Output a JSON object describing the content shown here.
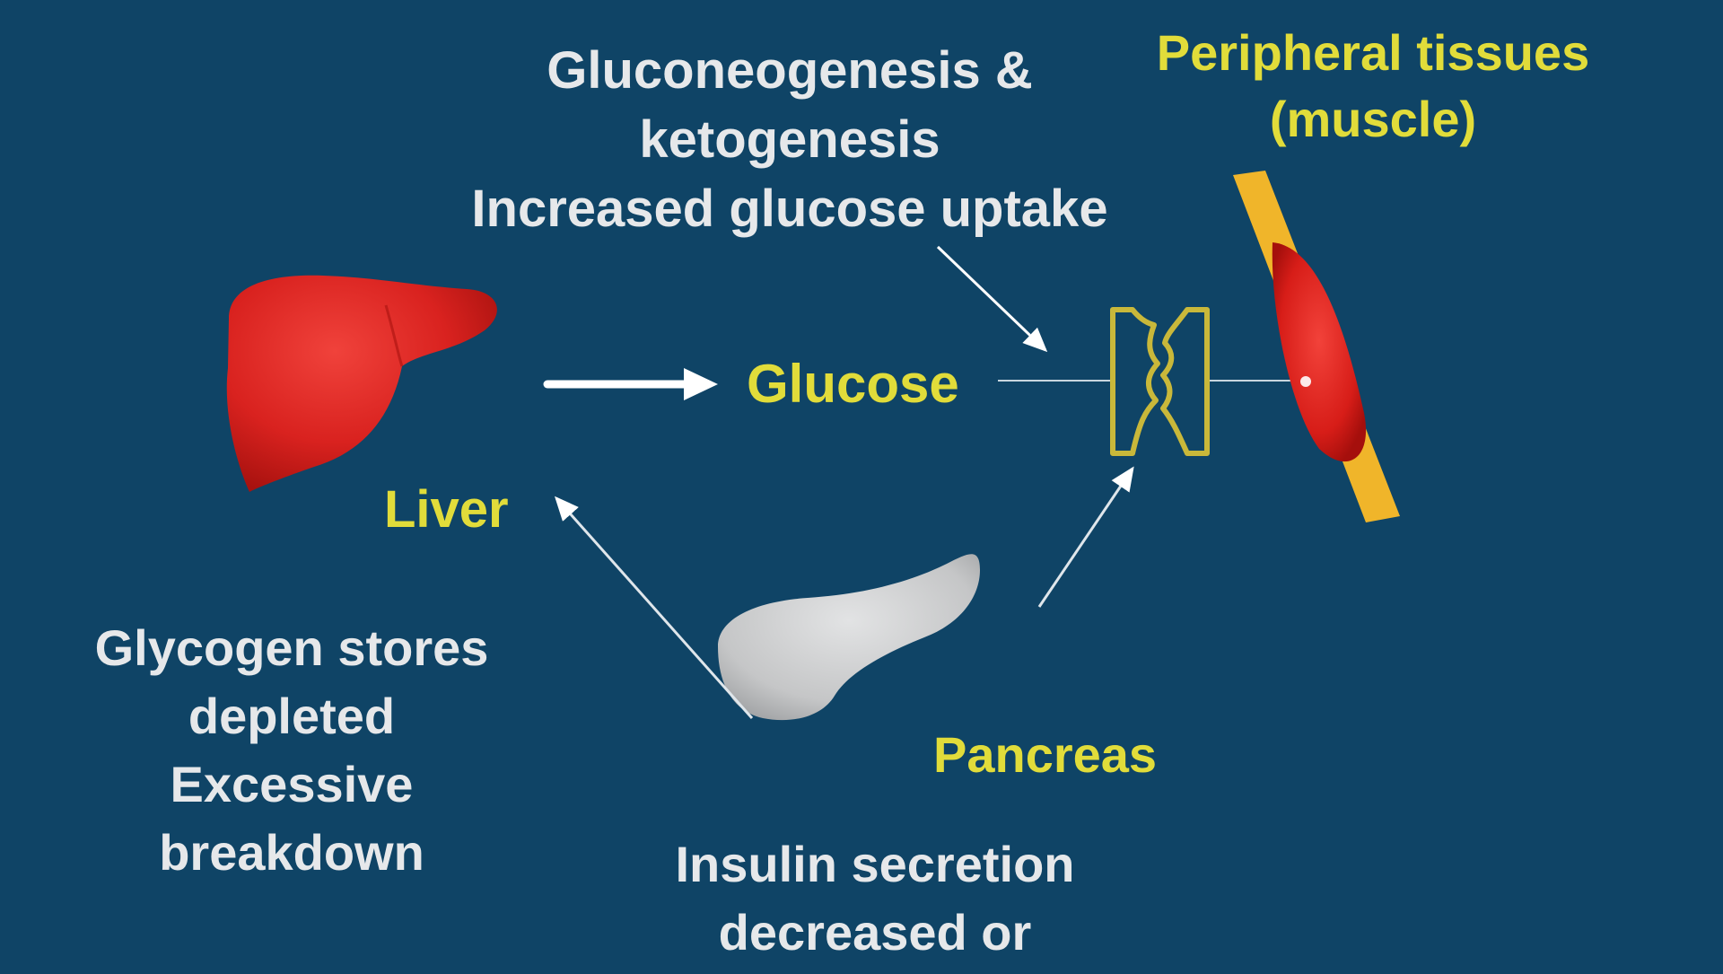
{
  "diagram": {
    "top_note": {
      "lines": [
        "Gluconeogenesis &",
        "ketogenesis",
        "Increased glucose uptake"
      ]
    },
    "peripheral": {
      "lines": [
        "Peripheral tissues",
        "(muscle)"
      ]
    },
    "glucose_label": "Glucose",
    "liver_label": "Liver",
    "liver_note": {
      "lines": [
        "Glycogen stores",
        "depleted",
        "Excessive",
        "breakdown"
      ]
    },
    "pancreas_label": "Pancreas",
    "pancreas_note": {
      "lines": [
        "Insulin secretion",
        "decreased or"
      ]
    },
    "colors": {
      "background": "#0f4466",
      "text_white": "#e6e8ea",
      "text_yellow": "#e1dc3a",
      "liver": "#d9221f",
      "muscle": "#e0201c",
      "tendon": "#f0b52a",
      "pancreas": "#c9cacb",
      "arrow": "#ffffff"
    },
    "icons": [
      "liver-organ-icon",
      "pancreas-organ-icon",
      "muscle-tissue-icon",
      "cell-receptor-icon"
    ]
  }
}
